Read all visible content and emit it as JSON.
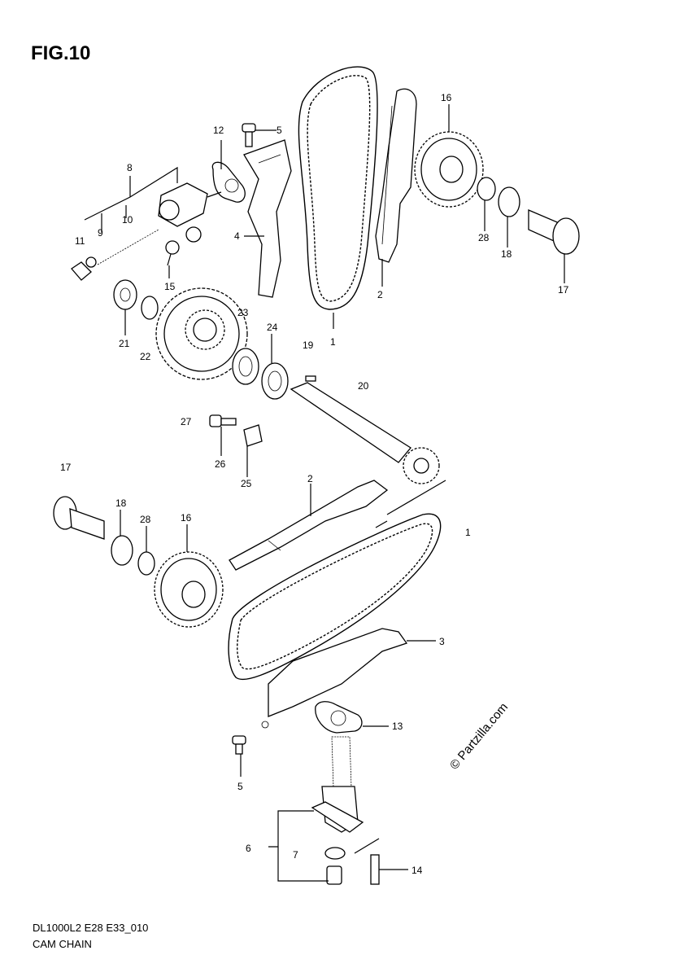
{
  "figure": {
    "title": "FIG.10"
  },
  "labels": {
    "l12": "12",
    "l5a": "5",
    "l8": "8",
    "l10": "10",
    "l9": "9",
    "l11": "11",
    "l4": "4",
    "l15": "15",
    "l23": "23",
    "l21": "21",
    "l22": "22",
    "l24": "24",
    "l19": "19",
    "l1a": "1",
    "l2a": "2",
    "l20": "20",
    "l16a": "16",
    "l28a": "28",
    "l18a": "18",
    "l17a": "17",
    "l27": "27",
    "l26": "26",
    "l25": "25",
    "l17b": "17",
    "l2b": "2",
    "l18b": "18",
    "l28b": "28",
    "l16b": "16",
    "l1b": "1",
    "l3": "3",
    "l13": "13",
    "l5b": "5",
    "l6": "6",
    "l7": "7",
    "l14": "14"
  },
  "watermark": "© Partzilla.com",
  "footer": {
    "code": "DL1000L2 E28 E33_010",
    "name": "CAM CHAIN"
  }
}
